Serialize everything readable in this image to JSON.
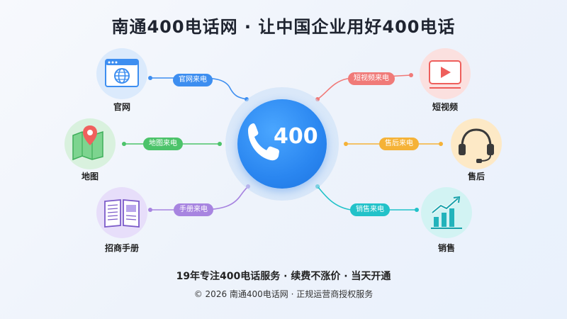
{
  "header": {
    "title": "南通400电话网 · 让中国企业用好400电话"
  },
  "center": {
    "label": "400",
    "icon": "phone-icon",
    "color": "#2a86f0"
  },
  "channels": [
    {
      "id": "website",
      "label": "官网",
      "pill": "官网来电",
      "icon": "globe-browser-icon",
      "color": "#3d8ef0"
    },
    {
      "id": "map",
      "label": "地图",
      "pill": "地图来电",
      "icon": "map-pin-icon",
      "color": "#4cc36a"
    },
    {
      "id": "brochure",
      "label": "招商手册",
      "pill": "手册来电",
      "icon": "open-book-icon",
      "color": "#a784e0"
    },
    {
      "id": "video",
      "label": "短视频",
      "pill": "短视频来电",
      "icon": "video-play-icon",
      "color": "#f07a78"
    },
    {
      "id": "aftersale",
      "label": "售后",
      "pill": "售后来电",
      "icon": "headset-icon",
      "color": "#f5b237"
    },
    {
      "id": "sales",
      "label": "销售",
      "pill": "销售来电",
      "icon": "growth-chart-icon",
      "color": "#22c2c9"
    }
  ],
  "footer": {
    "line1": "19年专注400电话服务 · 续费不涨价 · 当天开通",
    "line2": "© 2026 南通400电话网 · 正规运营商授权服务"
  }
}
